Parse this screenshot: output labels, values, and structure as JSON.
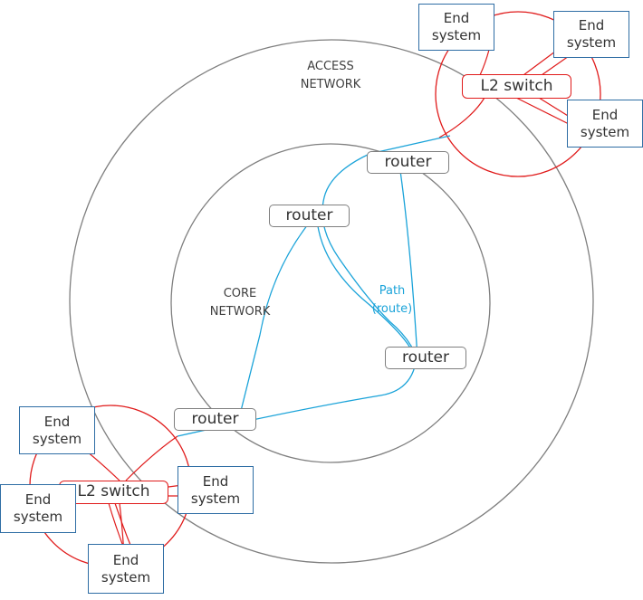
{
  "access_network": {
    "label_line1": "ACCESS",
    "label_line2": "NETWORK"
  },
  "core_network": {
    "label_line1": "CORE",
    "label_line2": "NETWORK"
  },
  "path_label": {
    "line1": "Path",
    "line2": "(route)"
  },
  "routers": [
    {
      "label": "router"
    },
    {
      "label": "router"
    },
    {
      "label": "router"
    },
    {
      "label": "router"
    }
  ],
  "switches": [
    {
      "label": "L2 switch"
    },
    {
      "label": "L2 switch"
    }
  ],
  "end_systems": [
    {
      "line1": "End",
      "line2": "system"
    },
    {
      "line1": "End",
      "line2": "system"
    },
    {
      "line1": "End",
      "line2": "system"
    },
    {
      "line1": "End",
      "line2": "system"
    },
    {
      "line1": "End",
      "line2": "system"
    },
    {
      "line1": "End",
      "line2": "system"
    }
  ],
  "colors": {
    "network_circle": "#7f7f7f",
    "lan_circle": "#e01b1b",
    "switch_border": "#e01b1b",
    "end_system_border": "#2e6da4",
    "path_line": "#1aa3d9",
    "text": "#333333"
  }
}
